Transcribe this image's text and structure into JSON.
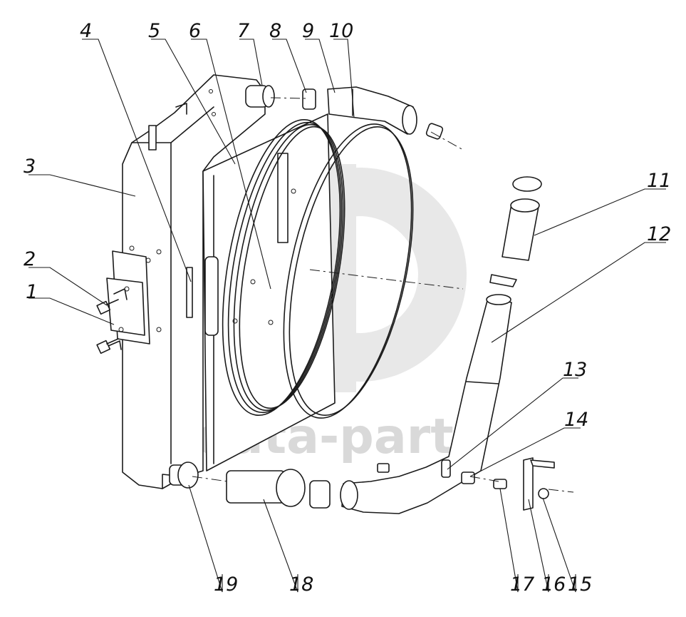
{
  "watermark": {
    "text": "data-parts",
    "color": "#cfcfcf"
  },
  "callouts": [
    {
      "id": "1",
      "label": "1"
    },
    {
      "id": "2",
      "label": "2"
    },
    {
      "id": "3",
      "label": "3"
    },
    {
      "id": "4",
      "label": "4"
    },
    {
      "id": "5",
      "label": "5"
    },
    {
      "id": "6",
      "label": "6"
    },
    {
      "id": "7",
      "label": "7"
    },
    {
      "id": "8",
      "label": "8"
    },
    {
      "id": "9",
      "label": "9"
    },
    {
      "id": "10",
      "label": "10"
    },
    {
      "id": "11",
      "label": "11"
    },
    {
      "id": "12",
      "label": "12"
    },
    {
      "id": "13",
      "label": "13"
    },
    {
      "id": "14",
      "label": "14"
    },
    {
      "id": "15",
      "label": "15"
    },
    {
      "id": "16",
      "label": "16"
    },
    {
      "id": "17",
      "label": "17"
    },
    {
      "id": "18",
      "label": "18"
    },
    {
      "id": "19",
      "label": "19"
    }
  ]
}
